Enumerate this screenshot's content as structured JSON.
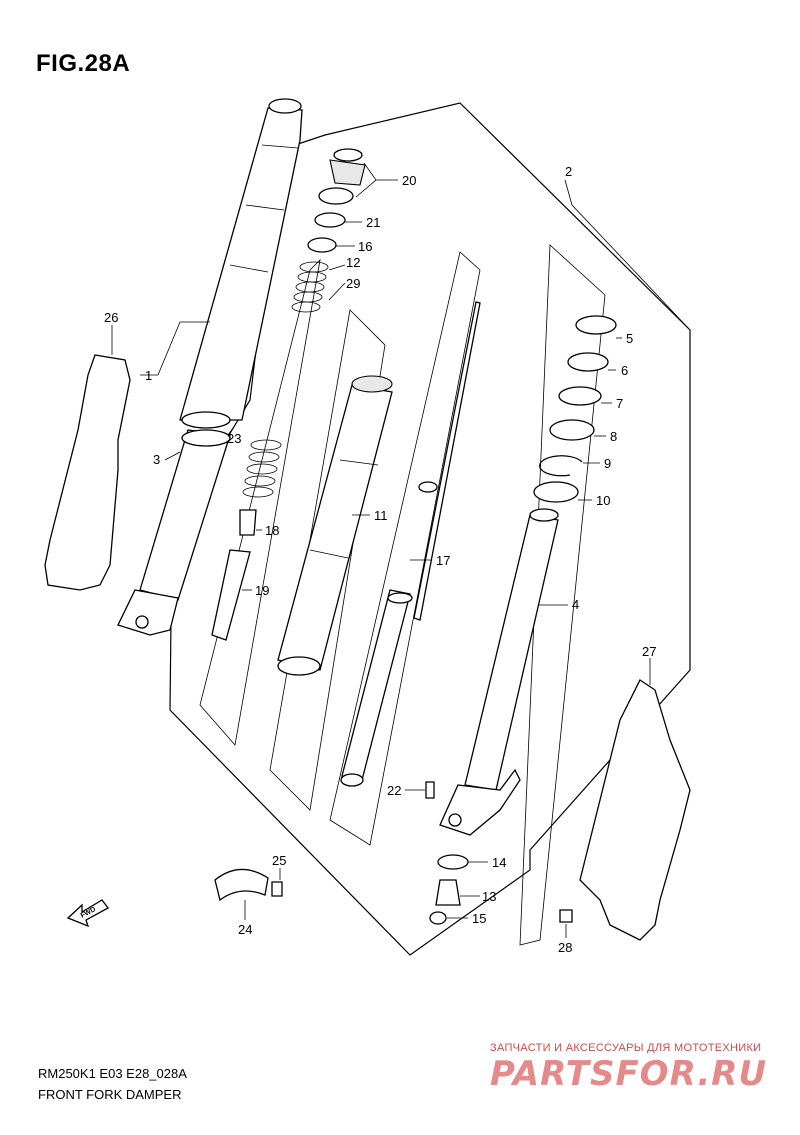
{
  "figure": {
    "title": "FIG.28A",
    "model_code": "RM250K1 E03 E28_028A",
    "section_name": "FRONT FORK DAMPER"
  },
  "callouts": {
    "c1": "1",
    "c2": "2",
    "c3": "3",
    "c4": "4",
    "c5": "5",
    "c6": "6",
    "c7": "7",
    "c8": "8",
    "c9": "9",
    "c10": "10",
    "c11": "11",
    "c12": "12",
    "c13": "13",
    "c14": "14",
    "c15": "15",
    "c16": "16",
    "c17": "17",
    "c18": "18",
    "c19": "19",
    "c20": "20",
    "c21": "21",
    "c22": "22",
    "c23": "23",
    "c24": "24",
    "c25": "25",
    "c26": "26",
    "c27": "27",
    "c28": "28",
    "c29": "29"
  },
  "direction_marker": "FWD",
  "watermark": {
    "tagline": "ЗАПЧАСТИ И АКСЕССУАРЫ ДЛЯ МОТОТЕХНИКИ",
    "logo": "PARTSFOR.RU"
  }
}
